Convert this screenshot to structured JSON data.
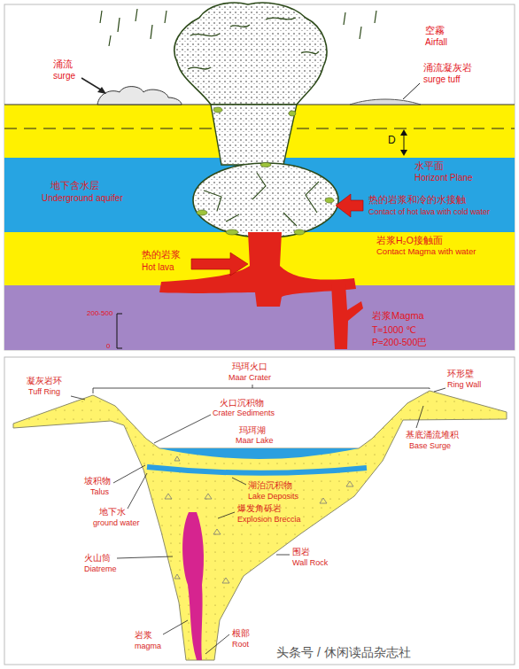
{
  "diagram": {
    "nodes": [
      {
        "text": [
          "地下含水层",
          "Underground aquifer"
        ]
      },
      {
        "text": [
          "岩浆Magma",
          "T≈1000 ℃",
          "P≈200-500巴"
        ]
      }
    ],
    "labels": [
      "空霧",
      "Airfall",
      "涌流",
      "surge",
      "涌流凝灰岩",
      "surge tuff",
      "D",
      "水平面",
      "Horizont Plane",
      "热的岩浆和冷的水接触",
      "Contact of hot lava with cold water",
      "岩浆H₂O接触面",
      "Contact Magma with water",
      "热的岩浆",
      "Hot lava",
      "200-500",
      "0",
      "玛珥火口",
      "Maar Crater",
      "凝灰岩环",
      "Tuff Ring",
      "火口沉积物",
      "Crater Sediments",
      "环形壁",
      "Ring Wall",
      "玛珥湖",
      "Maar Lake",
      "基底涌流堆积",
      "Base Surge",
      "坡积物",
      "Talus",
      "湖泊沉积物",
      "Lake Deposits",
      "爆发角砾岩",
      "Explosion Breccia",
      "地下水",
      "ground water",
      "火山筒",
      "Diatreme",
      "围岩",
      "Wall Rock",
      "岩浆",
      "magma",
      "根部",
      "Root",
      "头条号 / 休闲读品杂志社"
    ]
  }
}
